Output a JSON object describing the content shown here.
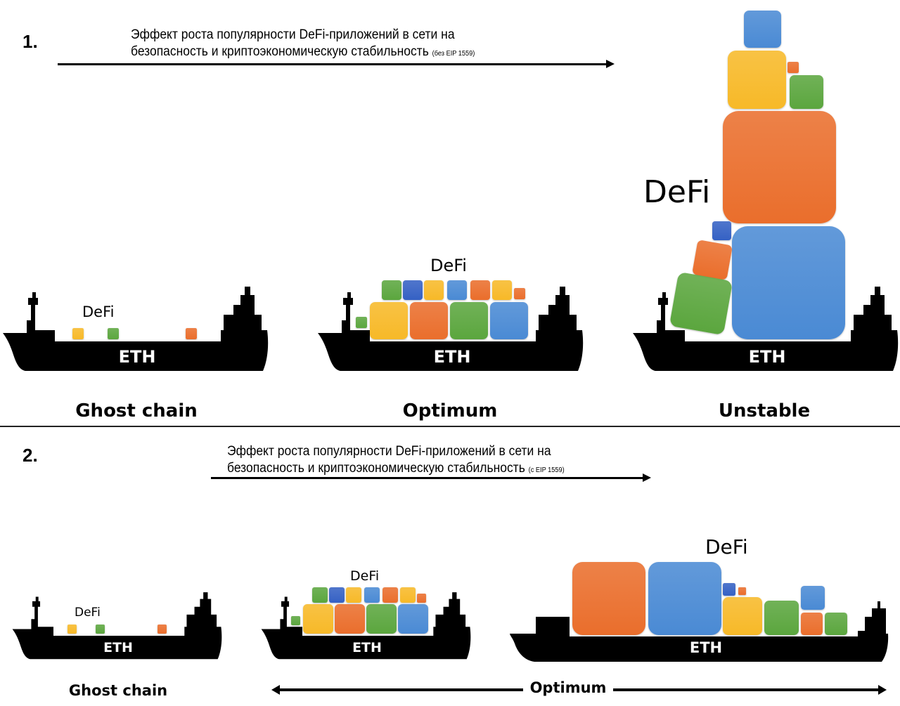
{
  "colors": {
    "yellow": "#f7b928",
    "orange": "#ea6e2c",
    "green": "#5ba63e",
    "blue": "#4a8ad4",
    "darkblue": "#3561c4",
    "ship": "#000000",
    "text": "#000000"
  },
  "section1": {
    "number": "1.",
    "heading_line1": "Эффект роста популярности DeFi-приложений в сети на",
    "heading_line2": "безопасность и криптоэкономическую стабильность",
    "heading_note": "(без EIP 1559)",
    "panels": [
      {
        "defi_label": "DeFi",
        "ship_label": "ETH",
        "caption": "Ghost chain"
      },
      {
        "defi_label": "DeFi",
        "ship_label": "ETH",
        "caption": "Optimum"
      },
      {
        "defi_label": "DeFi",
        "ship_label": "ETH",
        "caption": "Unstable"
      }
    ]
  },
  "section2": {
    "number": "2.",
    "heading_line1": "Эффект роста популярности DeFi-приложений в сети на",
    "heading_line2": "безопасность и криптоэкономическую стабильность",
    "heading_note": "(с EIP 1559)",
    "panels": [
      {
        "defi_label": "DeFi",
        "ship_label": "ETH",
        "caption": "Ghost chain"
      },
      {
        "defi_label": "DeFi",
        "ship_label": "ETH"
      },
      {
        "defi_label": "DeFi",
        "ship_label": "ETH"
      }
    ],
    "range_caption": "Optimum"
  }
}
